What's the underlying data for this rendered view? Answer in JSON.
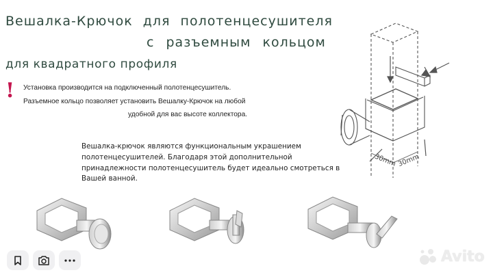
{
  "heading": {
    "line1": "Вешалка-Крючок для полотенцесушителя",
    "line2": "с разъемным кольцом",
    "line3": "для квадратного профиля"
  },
  "notice": {
    "mark": "!",
    "line1": "Установка производится на подключенный полотенцесушитель.",
    "line2": "Разъемное кольцо позволяет установить Вешалку-Крючок на любой",
    "line3": "удобной для вас высоте коллектора."
  },
  "description": {
    "line1": "Вешалка-крючок являются функциональным украшением",
    "line2": "полотенцесушителей. Благодаря этой дополнительной",
    "line3": "принадлежности полотенцесушитель будет идеально смотреться в",
    "line4": "Вашей ванной."
  },
  "drawing": {
    "dim_left": "30mm",
    "dim_right": "30mm"
  },
  "products": [
    {
      "icon": "round-knob-hook"
    },
    {
      "icon": "upright-pin-hook"
    },
    {
      "icon": "angled-pin-hook"
    }
  ],
  "toolbar": {
    "bookmark_icon": "bookmark-icon",
    "camera_icon": "camera-search-icon",
    "more_icon": "more-icon"
  },
  "watermark": {
    "text": "Avito"
  },
  "colors": {
    "heading": "#2f4a3f",
    "warning": "#c4164f",
    "drawing_stroke": "#555555"
  }
}
